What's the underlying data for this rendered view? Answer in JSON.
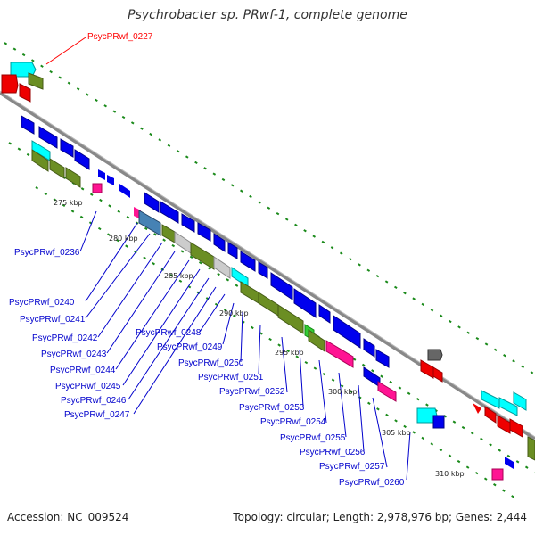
{
  "title": "Psychrobacter sp. PRwf-1, complete genome",
  "footer": {
    "accession": "Accession: NC_009524",
    "topology": "Topology: circular; Length: 2,978,976 bp; Genes: 2,444"
  },
  "highlighted_gene": "PsycPRwf_0227",
  "ticks": [
    "275 kbp",
    "280 kbp",
    "285 kbp",
    "290 kbp",
    "295 kbp",
    "300 kbp",
    "305 kbp",
    "310 kbp"
  ],
  "gene_labels": [
    "PsycPRwf_0236",
    "PsycPRwf_0240",
    "PsycPRwf_0241",
    "PsycPRwf_0242",
    "PsycPRwf_0243",
    "PsycPRwf_0244",
    "PsycPRwf_0245",
    "PsycPRwf_0246",
    "PsycPRwf_0247",
    "PsycPRwf_0248",
    "PsycPRwf_0249",
    "PsycPRwf_0250",
    "PsycPRwf_0251",
    "PsycPRwf_0252",
    "PsycPRwf_0253",
    "PsycPRwf_0254",
    "PsycPRwf_0255",
    "PsycPRwf_0256",
    "PsycPRwf_0257",
    "PsycPRwf_0260"
  ],
  "colors": {
    "cds_forward": "#0000ee",
    "cds_reverse": "#ee0000",
    "gene_cyan": "#00ffff",
    "gene_olive": "#6b8e23",
    "gene_magenta": "#ff1493",
    "gene_gray": "#cccccc",
    "gene_steel": "#4682b4",
    "gene_green": "#33cc33",
    "backbone": "#888888",
    "dots": "#1a8a1a",
    "label_line": "#0000cc",
    "highlight": "#ff0000"
  }
}
